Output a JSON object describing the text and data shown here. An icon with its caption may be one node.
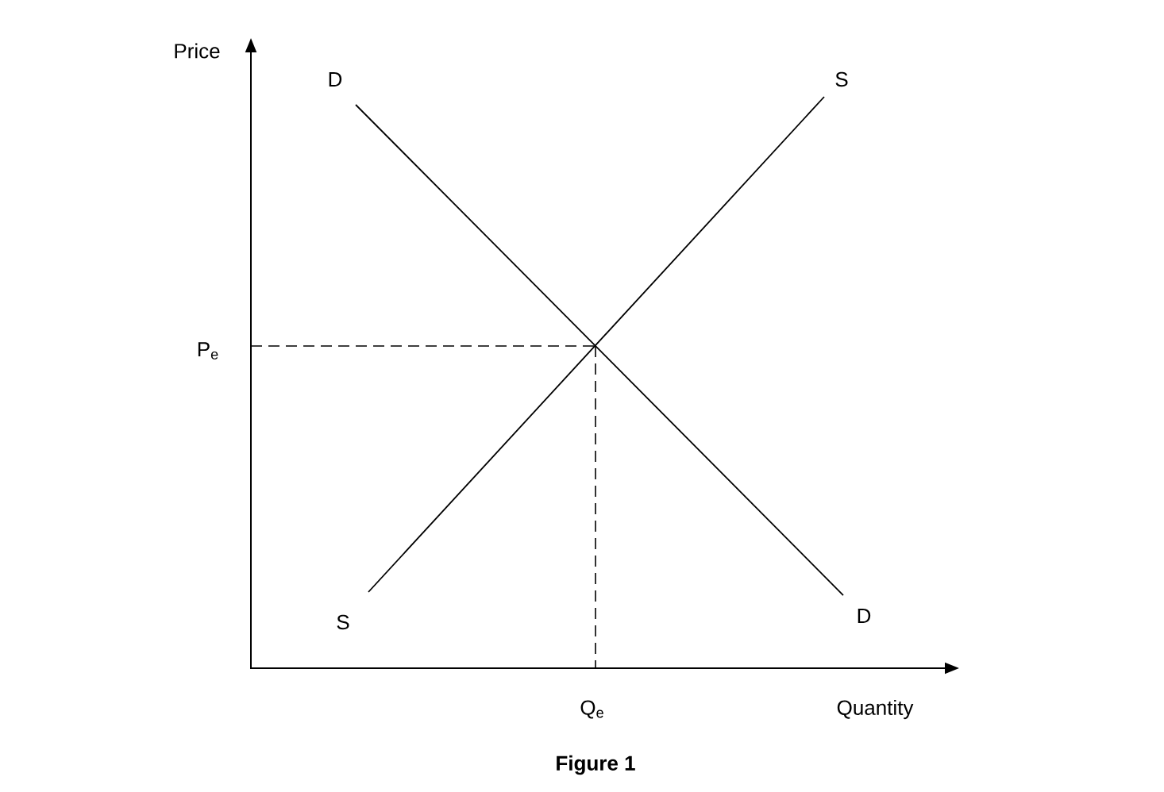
{
  "diagram": {
    "caption": "Figure 1",
    "labels": [
      "Price",
      "D",
      "S",
      "P$_{e}$",
      "S",
      "D",
      "Q$_{e}$",
      "Quantity"
    ]
  }
}
